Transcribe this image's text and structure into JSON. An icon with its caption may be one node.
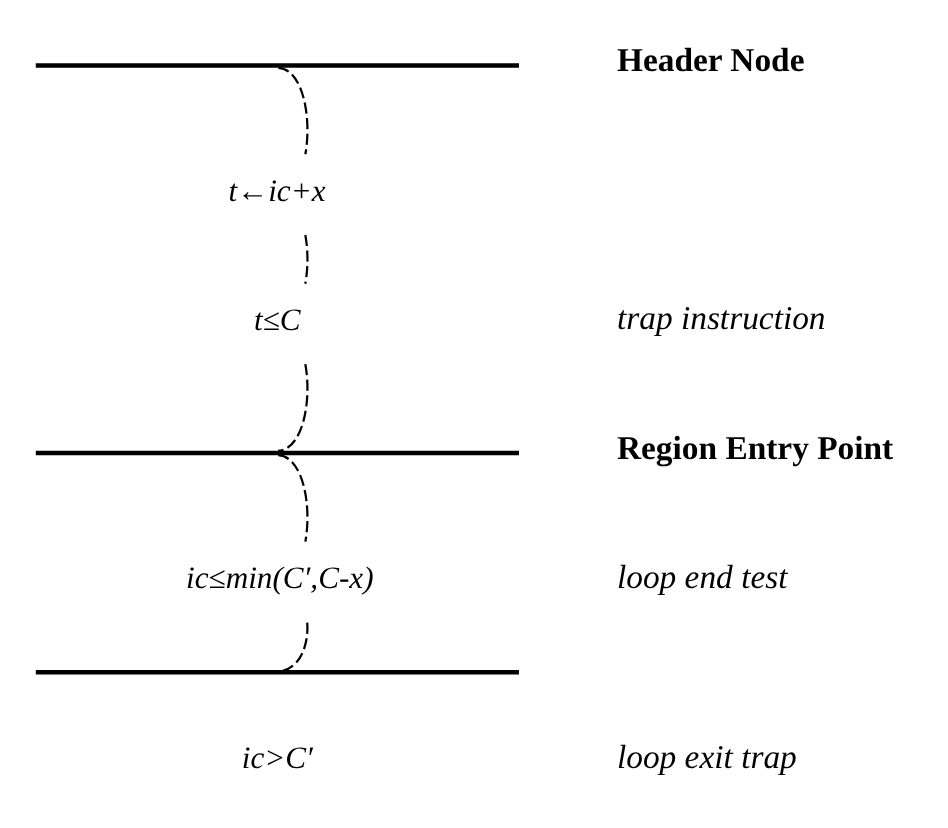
{
  "diagram": {
    "nodes": [
      {
        "text": [],
        "shape": "bar"
      },
      {
        "text": [
          "t←ic+x"
        ]
      },
      {
        "text": [
          "t≤C"
        ]
      },
      {
        "text": [],
        "shape": "bar"
      },
      {
        "text": [
          "ic≤min(C′,C-x)"
        ]
      },
      {
        "text": [],
        "shape": "bar"
      },
      {
        "text": [
          "ic>C′"
        ]
      }
    ],
    "edges": [
      {
        "from": 0,
        "to": 1,
        "arrow": "none",
        "style": "dashed"
      },
      {
        "from": 1,
        "to": 2,
        "arrow": "none",
        "style": "dashed"
      },
      {
        "from": 2,
        "to": 3,
        "arrow": "none",
        "style": "dashed"
      },
      {
        "from": 3,
        "to": 4,
        "arrow": "none",
        "style": "dashed"
      },
      {
        "from": 4,
        "to": 5,
        "arrow": "none",
        "style": "dashed"
      }
    ],
    "labels": [
      "Header Node",
      "trap instruction",
      "Region Entry Point",
      "loop end test",
      "loop exit trap"
    ]
  }
}
